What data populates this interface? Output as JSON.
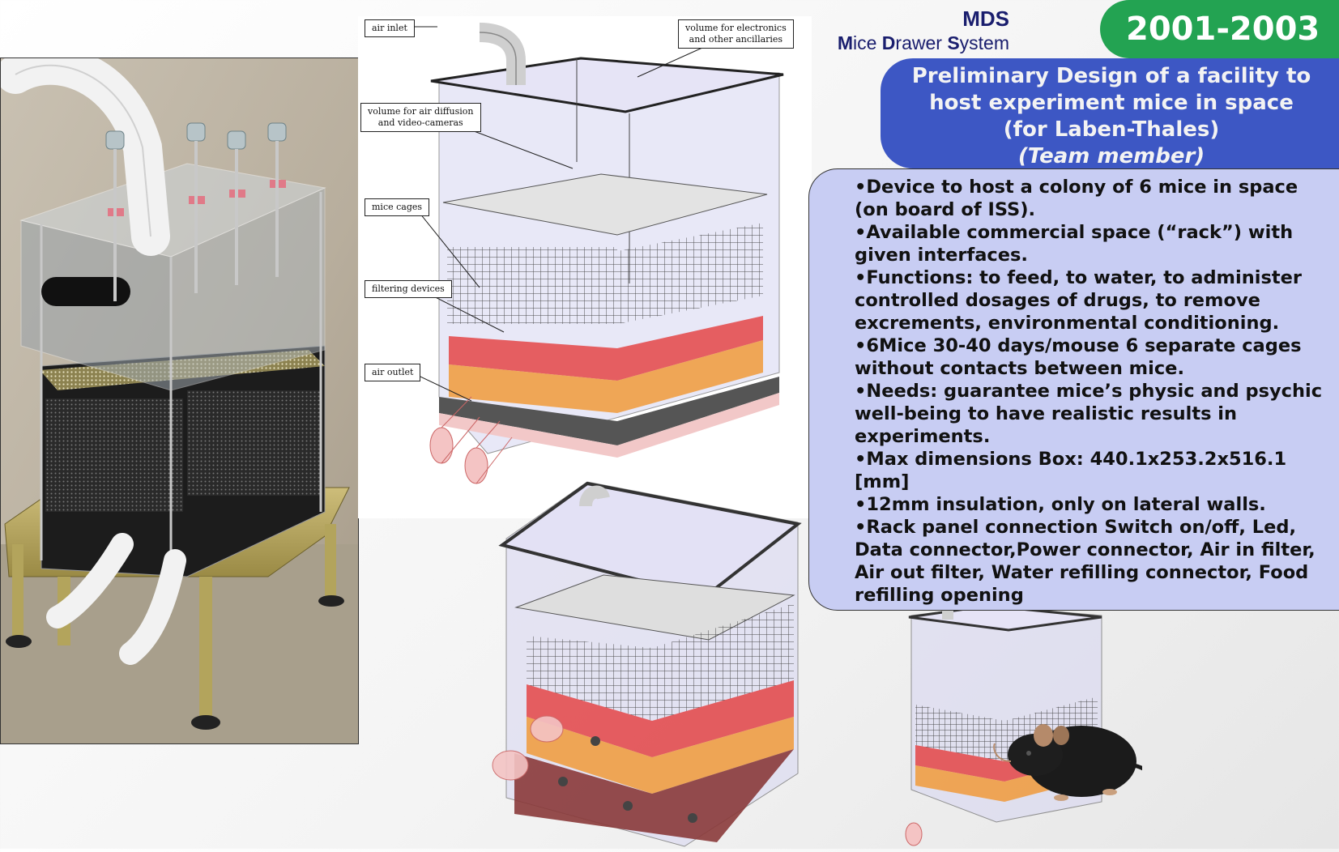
{
  "header": {
    "acronym": "MDS",
    "subtitle_parts": [
      {
        "letter": "M",
        "rest": "ice "
      },
      {
        "letter": "D",
        "rest": "rawer "
      },
      {
        "letter": "S",
        "rest": "ystem"
      }
    ],
    "years": "2001-2003",
    "colors": {
      "navy": "#1a1e6e",
      "green": "#23a352",
      "blue": "#3d57c4",
      "lavender": "#c8cdf3"
    }
  },
  "title_box": {
    "lines": [
      "Preliminary Design of a facility to",
      "host experiment mice in space",
      "(for Laben-Thales)"
    ],
    "role": "(Team member)"
  },
  "bullets": [
    "•Device to host a colony of 6 mice in space (on board of  ISS).",
    "•Available commercial space (“rack”) with given interfaces.",
    "•Functions: to feed, to water, to administer controlled dosages of drugs, to remove excrements, environmental conditioning.",
    "•6Mice 30-40 days/mouse 6 separate cages without contacts between mice.",
    "•Needs: guarantee mice’s physic and psychic well-being to have realistic results in experiments.",
    "•Max dimensions Box: 440.1x253.2x516.1 [mm]",
    "•12mm insulation, only on lateral walls.",
    "•Rack panel connection Switch on/off, Led, Data connector,Power connector, Air in filter, Air out filter, Water refilling connector, Food refilling opening"
  ],
  "callouts": {
    "air_inlet": "air inlet",
    "electronics": [
      "volume for electronics",
      "and other ancillaries"
    ],
    "air_diffusion": [
      "volume for air diffusion",
      "and video-cameras"
    ],
    "mice_cages": "mice cages",
    "filtering": "filtering devices",
    "air_outlet": "air outlet"
  }
}
